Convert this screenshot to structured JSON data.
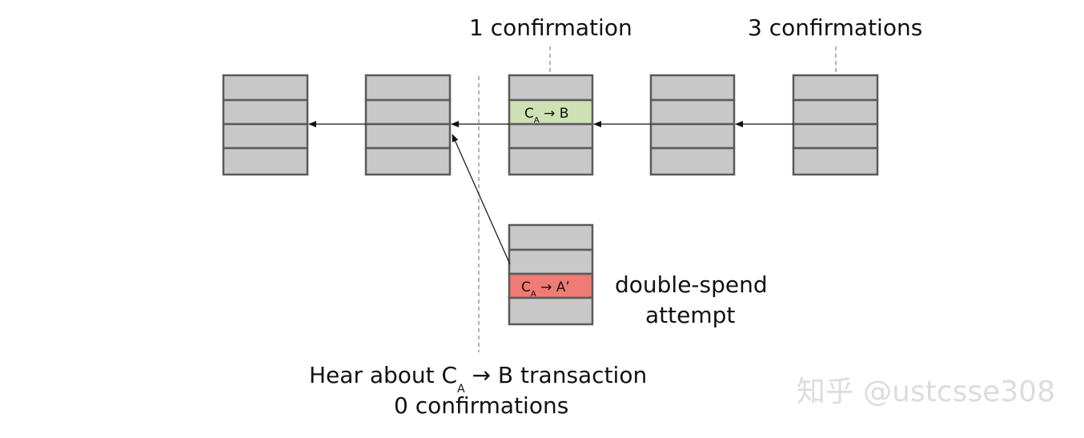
{
  "labels": {
    "one_confirmation": "1 confirmation",
    "three_confirmations": "3 confirmations",
    "double_spend_line1": "double-spend",
    "double_spend_line2": "attempt",
    "hear_about_prefix": "Hear about C",
    "hear_about_sub": "A",
    "hear_about_suffix": " → B transaction",
    "zero_confirmations": "0 confirmations"
  },
  "transactions": {
    "green": {
      "base": "C",
      "sub": "A",
      "rest": " → B"
    },
    "red": {
      "base": "C",
      "sub": "A",
      "rest": " → A’"
    }
  },
  "watermark": "知乎 @ustcsse308",
  "colors": {
    "block_fill": "#c8c8c8",
    "block_stroke": "#5a5a5a",
    "green_tx": "#cfe0b4",
    "red_tx": "#f07a74",
    "arrow": "#111111",
    "dashed": "#9a9a9a"
  }
}
